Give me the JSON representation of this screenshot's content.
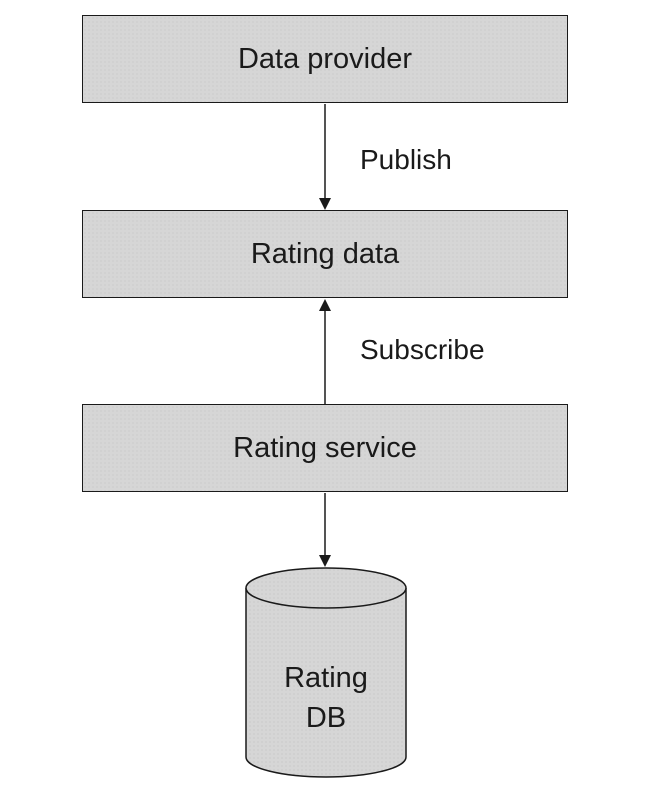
{
  "nodes": {
    "provider": "Data provider",
    "rating_data": "Rating data",
    "rating_service": "Rating service",
    "db_line1": "Rating",
    "db_line2": "DB"
  },
  "edges": {
    "publish": "Publish",
    "subscribe": "Subscribe"
  },
  "colors": {
    "box_fill": "#d6d6d6",
    "stroke": "#1a1a1a"
  }
}
